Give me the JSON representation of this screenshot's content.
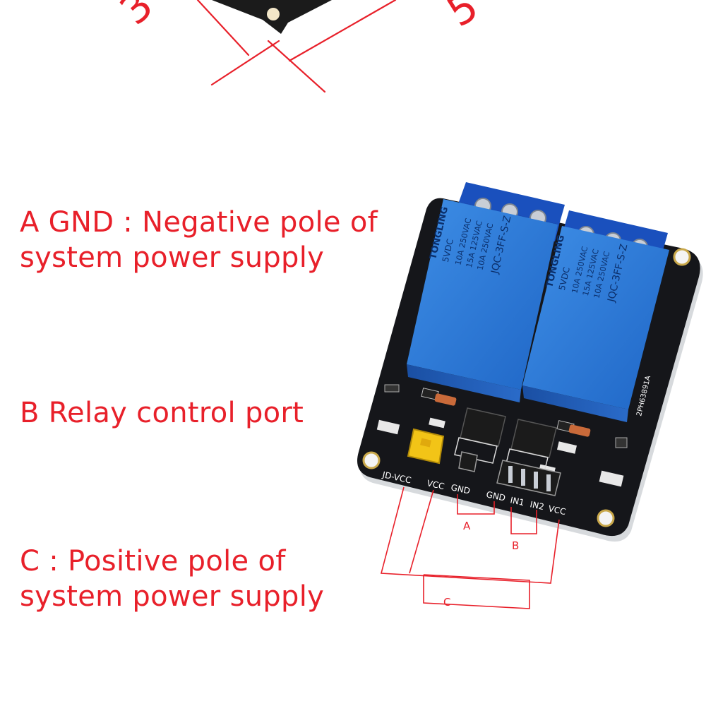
{
  "captions": {
    "a": {
      "line1": "A GND : Negative pole of",
      "line2": "system power supply"
    },
    "b": {
      "line1": "B Relay control port"
    },
    "c": {
      "line1": "C : Positive pole of",
      "line2": "system power supply"
    }
  },
  "dimension_top": {
    "left_digit": "3",
    "right_digit": "5"
  },
  "board": {
    "pin_labels": {
      "jd_vcc": "JD-VCC",
      "vcc": "VCC",
      "gnd": "GND",
      "gnd2": "GND",
      "in1": "IN1",
      "in2": "IN2",
      "vcc2": "VCC"
    },
    "part_code": "2PH63891A",
    "relay_text": {
      "brand": "TONGLING",
      "voltage": "5VDC",
      "rating1": "10A 250VAC",
      "rating2": "15A 125VAC",
      "rating3": "10A 250VAC",
      "model": "JQC-3FF-S-Z"
    }
  },
  "groups": {
    "a": "A",
    "b": "B",
    "c": "C"
  },
  "colors": {
    "accent_red": "#e8202a",
    "pcb_black": "#15161a",
    "relay_blue": "#2f7fd9",
    "terminal_blue": "#1d58c8",
    "jumper_yellow": "#f2c417"
  }
}
